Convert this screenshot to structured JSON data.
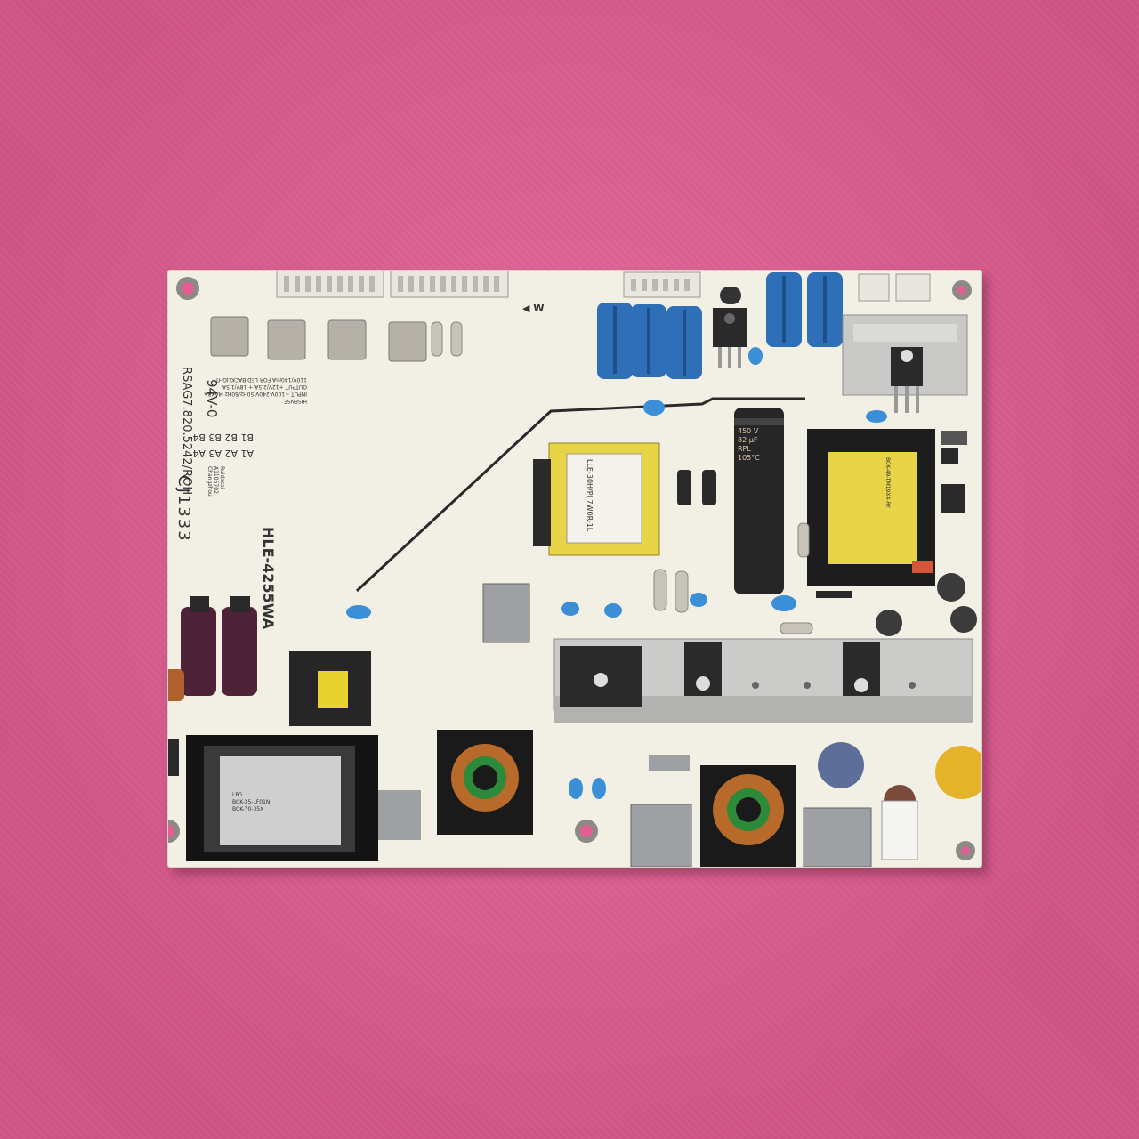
{
  "board": {
    "model_label": "HLE-4255WA",
    "part_number": "RSAG7.820.5242/ROH",
    "code_label": "CJ1333",
    "flammability_rating": "94V-0",
    "variant_row_1": [
      "B1",
      "B2",
      "B3",
      "B4"
    ],
    "variant_row_2": [
      "A1",
      "A2",
      "A3",
      "A4"
    ],
    "spec_lines": [
      "HISENSE",
      "INPUT ~100V-240V 50Hz/60Hz MAX2A",
      "OUTPUT +12V/2.5A + 18V/1.5A",
      "110V/140mA FOR LED BACKLIGHT"
    ],
    "maker_lines": [
      "Ruidacai",
      "A1106702",
      "Changzhou"
    ],
    "transformer_main_label": "BCK-49-TM19X4-RY",
    "transformer_aux_label": "LLE-30H/PI 7W0R-1L",
    "choke_label_lines": [
      "LFG",
      "BCK-35-LF01N",
      "BCK-70-05X"
    ],
    "bulk_cap_lines": [
      "450 V",
      "82 μF",
      "RPL",
      "105°C"
    ],
    "arrow_label": "W",
    "colors": {
      "cloth": "#e25f93",
      "pcb": "#f2efe4",
      "electrolytic_blue": "#2f6fb8",
      "transformer_yellow": "#e7d447",
      "heatsink": "#c9c9c7"
    }
  }
}
